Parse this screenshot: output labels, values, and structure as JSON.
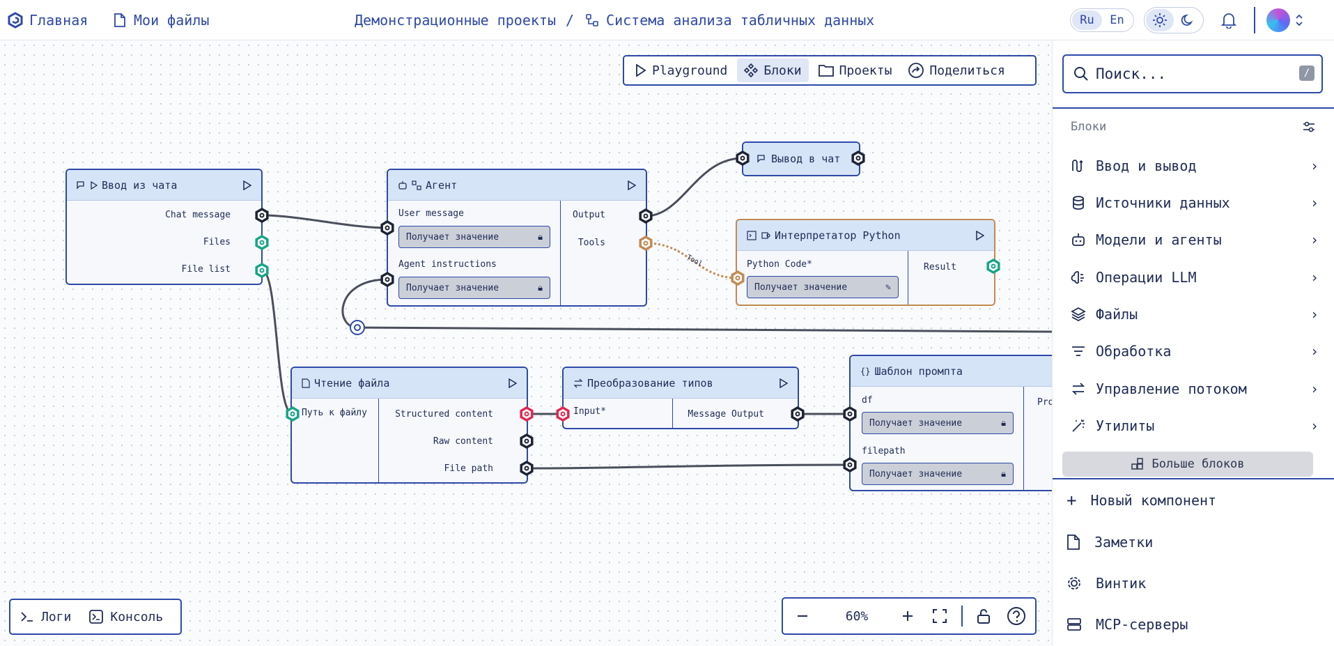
{
  "topbar": {
    "home_label": "Главная",
    "files_label": "Мои файлы",
    "breadcrumb_parent": "Демонстрационные проекты",
    "breadcrumb_sep": "/",
    "breadcrumb_current": "Система анализа табличных данных",
    "lang_ru": "Ru",
    "lang_en": "En"
  },
  "toolbar": {
    "playground": "Playground",
    "blocks": "Блоки",
    "projects": "Проекты",
    "share": "Поделиться"
  },
  "nodes": {
    "chat_input": {
      "title": "Ввод из чата",
      "outputs": [
        "Chat message",
        "Files",
        "File list"
      ]
    },
    "agent": {
      "title": "Агент",
      "in1": "User message",
      "in2": "Agent instructions",
      "field": "Получает значение",
      "out1": "Output",
      "out2": "Tools"
    },
    "chat_output": {
      "title": "Вывод в чат"
    },
    "python": {
      "title": "Интерпретатор Python",
      "input": "Python Code*",
      "field": "Получает значение",
      "output": "Result"
    },
    "file_read": {
      "title": "Чтение файла",
      "input": "Путь к файлу",
      "outputs": [
        "Structured content",
        "Raw content",
        "File path"
      ]
    },
    "type_convert": {
      "title": "Преобразование типов",
      "input": "Input*",
      "output": "Message Output"
    },
    "prompt": {
      "title": "Шаблон промпта",
      "in1": "df",
      "in2": "filepath",
      "field": "Получает значение",
      "cut_text": "Pro"
    }
  },
  "edge_label": "Tool",
  "panel": {
    "search_placeholder": "Поиск...",
    "search_key": "/",
    "section": "Блоки",
    "categories": [
      "Ввод и вывод",
      "Источники данных",
      "Модели и агенты",
      "Операции LLM",
      "Файлы",
      "Обработка",
      "Управление потоком",
      "Утилиты"
    ],
    "more": "Больше блоков",
    "bottom": [
      "Новый компонент",
      "Заметки",
      "Винтик",
      "MCP-серверы"
    ]
  },
  "bottom": {
    "logs": "Логи",
    "console": "Консоль",
    "zoom": "60%"
  },
  "colors": {
    "accent": "#2d49a8",
    "header": "#d6e4f8",
    "orange": "#c38a52",
    "green": "#17a589",
    "red": "#e0284f"
  }
}
